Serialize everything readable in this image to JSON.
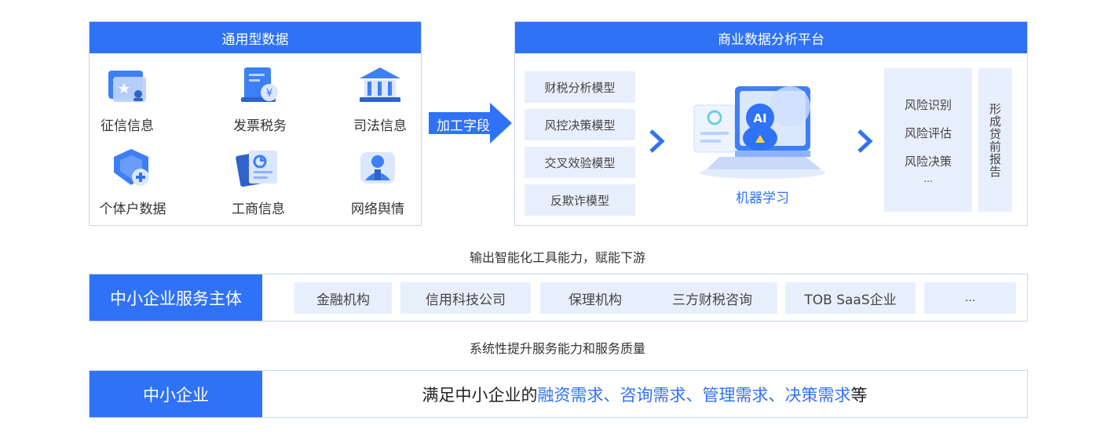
{
  "general": {
    "title": "通用型数据",
    "items": [
      {
        "label": "征信信息",
        "icon": "folder-star-icon"
      },
      {
        "label": "发票税务",
        "icon": "invoice-yen-icon"
      },
      {
        "label": "司法信息",
        "icon": "courthouse-icon"
      },
      {
        "label": "个体户数据",
        "icon": "shield-plus-icon"
      },
      {
        "label": "工商信息",
        "icon": "business-document-icon"
      },
      {
        "label": "网络舆情",
        "icon": "person-network-icon"
      }
    ]
  },
  "process_arrow": "加工字段",
  "platform": {
    "title": "商业数据分析平台",
    "models": [
      "财税分析模型",
      "风控决策模型",
      "交叉效验模型",
      "反欺诈模型"
    ],
    "ml_label": "机器学习",
    "ai_badge": "AI",
    "risk_items": [
      "风险识别",
      "风险评估",
      "风险决策",
      "..."
    ],
    "report": "形成贷前报告"
  },
  "caption_1": "输出智能化工具能力，赋能下游",
  "subject": {
    "title": "中小企业服务主体",
    "institutions": [
      "金融机构",
      "信用科技公司",
      "保理机构",
      "三方财税咨询",
      "TOB SaaS企业",
      "..."
    ]
  },
  "caption_2": "系统性提升服务能力和服务质量",
  "sme": {
    "title": "中小企业",
    "prefix": "满足中小企业的",
    "needs": "融资需求、咨询需求、管理需求、决策需求",
    "suffix": "等"
  },
  "colors": {
    "accent": "#2f72f6",
    "light": "#e8effc",
    "border": "#c9d6ea"
  }
}
